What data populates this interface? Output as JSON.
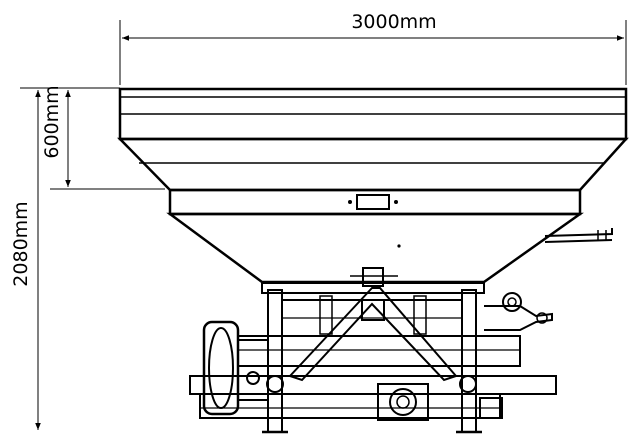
{
  "dimensions": {
    "width_label": "3000mm",
    "hopper_extension_label": "600mm",
    "total_height_label": "2080mm"
  },
  "colors": {
    "line": "#000000",
    "background": "#ffffff"
  }
}
